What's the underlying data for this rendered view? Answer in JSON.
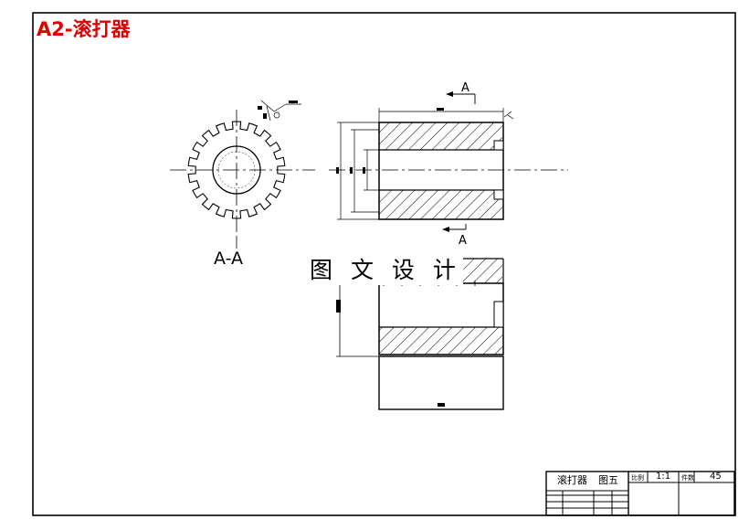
{
  "heading": "A2-滚打器",
  "watermark": "图 文 设 计",
  "section_marks": {
    "top": "A",
    "bottom": "A",
    "view_label": "A-A"
  },
  "title_block": {
    "part_name": "滚打器",
    "drawing_code": "图五",
    "scale_label": "比例",
    "scale_value": "1:1",
    "qty_label": "件数",
    "qty_value": "45"
  },
  "colors": {
    "heading": "#e00000",
    "line": "#000000"
  }
}
